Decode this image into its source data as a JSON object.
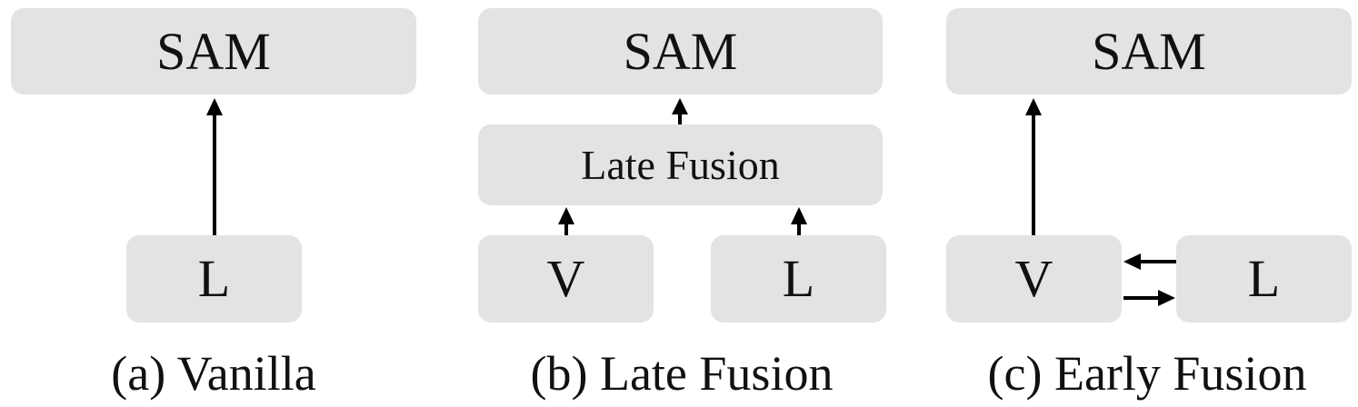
{
  "panels": {
    "a": {
      "sam_label": "SAM",
      "language_label": "L",
      "caption": "(a) Vanilla"
    },
    "b": {
      "sam_label": "SAM",
      "fusion_label": "Late Fusion",
      "vision_label": "V",
      "language_label": "L",
      "caption": "(b) Late Fusion"
    },
    "c": {
      "sam_label": "SAM",
      "vision_label": "V",
      "language_label": "L",
      "caption": "(c) Early Fusion"
    }
  },
  "colors": {
    "box_fill": "#e3e3e3",
    "arrow": "#000000",
    "text": "#111111"
  }
}
